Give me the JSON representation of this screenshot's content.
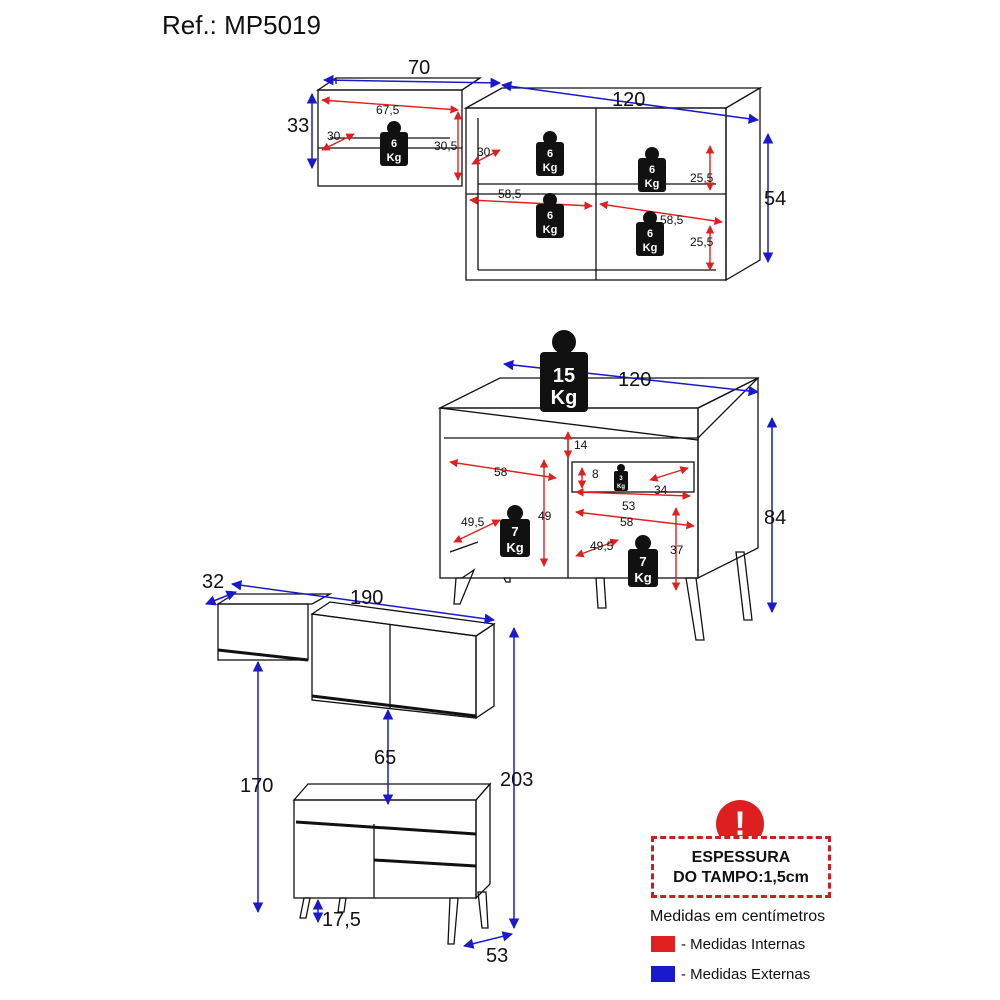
{
  "reference": "Ref.: MP5019",
  "colors": {
    "internal": "#e02020",
    "external": "#1a1acc",
    "weight_badge": "#111111",
    "alert": "#dd1f1f"
  },
  "upper_cabinets": {
    "width_small": "70",
    "width_large": "120",
    "height_small": "33",
    "height_large": "54",
    "inner_width_small": "67,5",
    "inner_depth_small": "30",
    "inner_height_small": "30,5",
    "inner_depth_large": "30",
    "inner_width_large_left": "58,5",
    "inner_width_large_right": "58,5",
    "inner_height_top": "25,5",
    "inner_height_bottom": "25,5",
    "shelf_loads": [
      {
        "value": "6",
        "unit": "Kg"
      },
      {
        "value": "6",
        "unit": "Kg"
      },
      {
        "value": "6",
        "unit": "Kg"
      },
      {
        "value": "6",
        "unit": "Kg"
      },
      {
        "value": "6",
        "unit": "Kg"
      }
    ]
  },
  "base_cabinet": {
    "width": "120",
    "height": "84",
    "top_load": {
      "value": "15",
      "unit": "Kg"
    },
    "gap_top": "14",
    "inner_width_left": "58",
    "inner_height_left": "49",
    "inner_depth_left": "49,5",
    "drawer_height": "8",
    "drawer_depth": "34",
    "drawer_width": "53",
    "inner_width_right": "58",
    "inner_depth_right": "49,5",
    "inner_height_right": "37",
    "drawer_load": {
      "value": "3",
      "unit": "Kg"
    },
    "left_load": {
      "value": "7",
      "unit": "Kg"
    },
    "right_load": {
      "value": "7",
      "unit": "Kg"
    }
  },
  "overview": {
    "total_width": "190",
    "upper_depth": "32",
    "gap": "65",
    "upper_bottom_height": "170",
    "total_height": "203",
    "leg_height": "17,5",
    "base_depth": "53"
  },
  "notice": {
    "line1": "ESPESSURA",
    "line2": "DO TAMPO:1,5cm",
    "alert_symbol": "!"
  },
  "legend": {
    "units": "Medidas em centímetros",
    "internal": "- Medidas Internas",
    "external": "- Medidas Externas"
  }
}
